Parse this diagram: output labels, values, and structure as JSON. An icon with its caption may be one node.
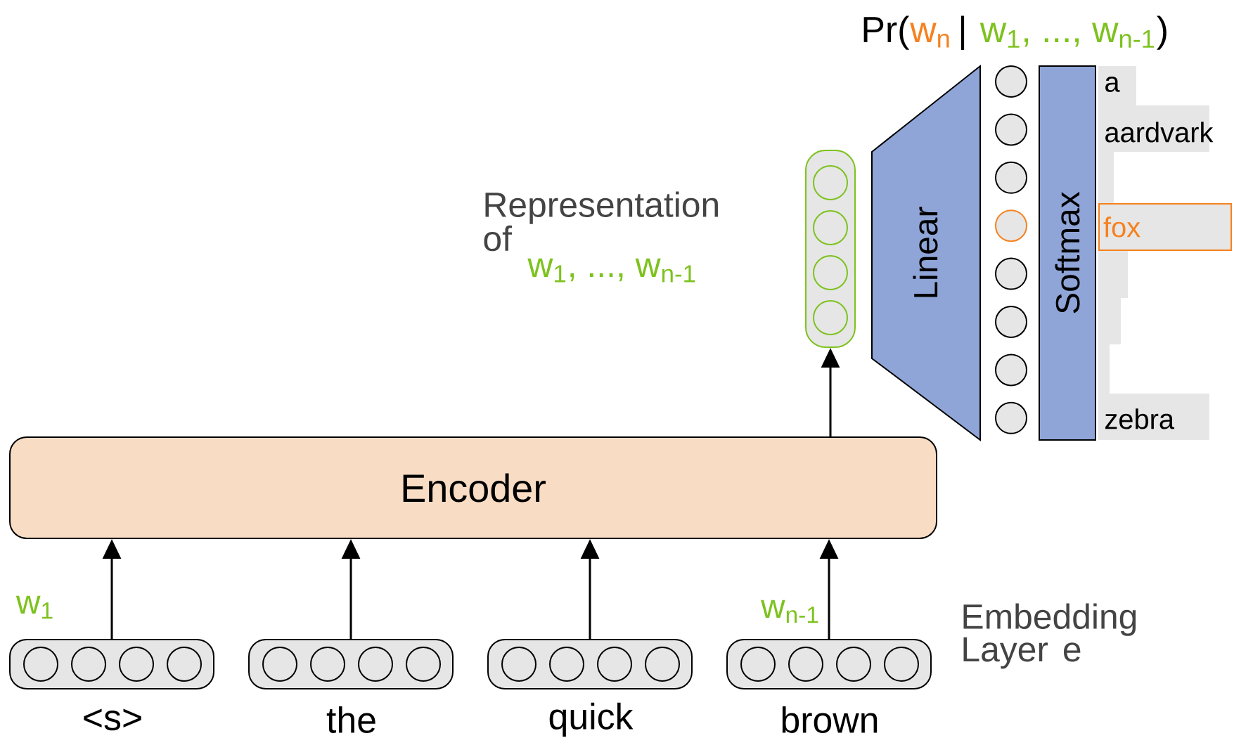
{
  "diagram": {
    "nodes": [
      {
        "text": [
          "Encoder"
        ]
      },
      {
        "text": [],
        "shape": "box",
        "beside": [
          "<s>",
          "w$_{1}$"
        ]
      },
      {
        "text": [],
        "shape": "box",
        "beside": [
          "the"
        ]
      },
      {
        "text": [],
        "shape": "box",
        "beside": [
          "quick"
        ]
      },
      {
        "text": [],
        "shape": "box",
        "beside": [
          "brown",
          "w$_{n-1}$"
        ]
      },
      {
        "text": [],
        "shape": "box",
        "beside": [
          "Representation of",
          "w$_{1}$, ..., w$_{n-1}$"
        ]
      },
      {
        "text": [
          "Linear"
        ]
      },
      {
        "text": [
          "Softmax"
        ]
      },
      {
        "text": [
          "fox"
        ]
      }
    ],
    "edges": [
      {
        "from": 1,
        "to": 0,
        "arrow": "to"
      },
      {
        "from": 2,
        "to": 0,
        "arrow": "to"
      },
      {
        "from": 3,
        "to": 0,
        "arrow": "to"
      },
      {
        "from": 4,
        "to": 0,
        "arrow": "to"
      },
      {
        "from": 0,
        "to": 5,
        "arrow": "to"
      }
    ],
    "labels": [
      "Pr(",
      "w$_{n}$",
      "|",
      "w$_{1}$, ..., w$_{n-1}$",
      ")",
      "a",
      "aardvark",
      "zebra",
      "Embedding Layer e"
    ]
  }
}
